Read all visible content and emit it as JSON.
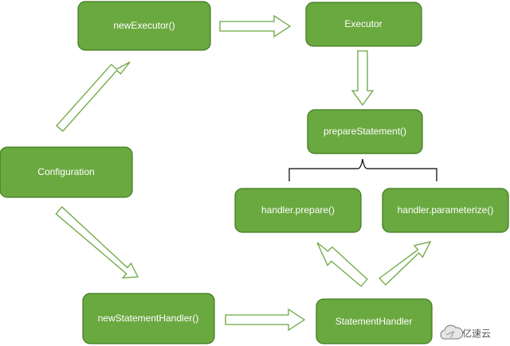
{
  "nodes": {
    "new_executor": "newExecutor()",
    "executor": "Executor",
    "prepare_statement": "prepareStatement()",
    "configuration": "Configuration",
    "handler_prepare": "handler.prepare()",
    "handler_parameterize": "handler.parameterize()",
    "new_statement_handler": "newStatementHandler()",
    "statement_handler": "StatementHandler"
  },
  "watermark": {
    "text": "亿速云",
    "icon": "cloud-logo-icon"
  },
  "colors": {
    "node_fill": "#6aa840",
    "node_border": "#3f7a1f",
    "node_text": "#ffffff",
    "arrow_outline": "#6aa840",
    "brace": "#000000"
  }
}
